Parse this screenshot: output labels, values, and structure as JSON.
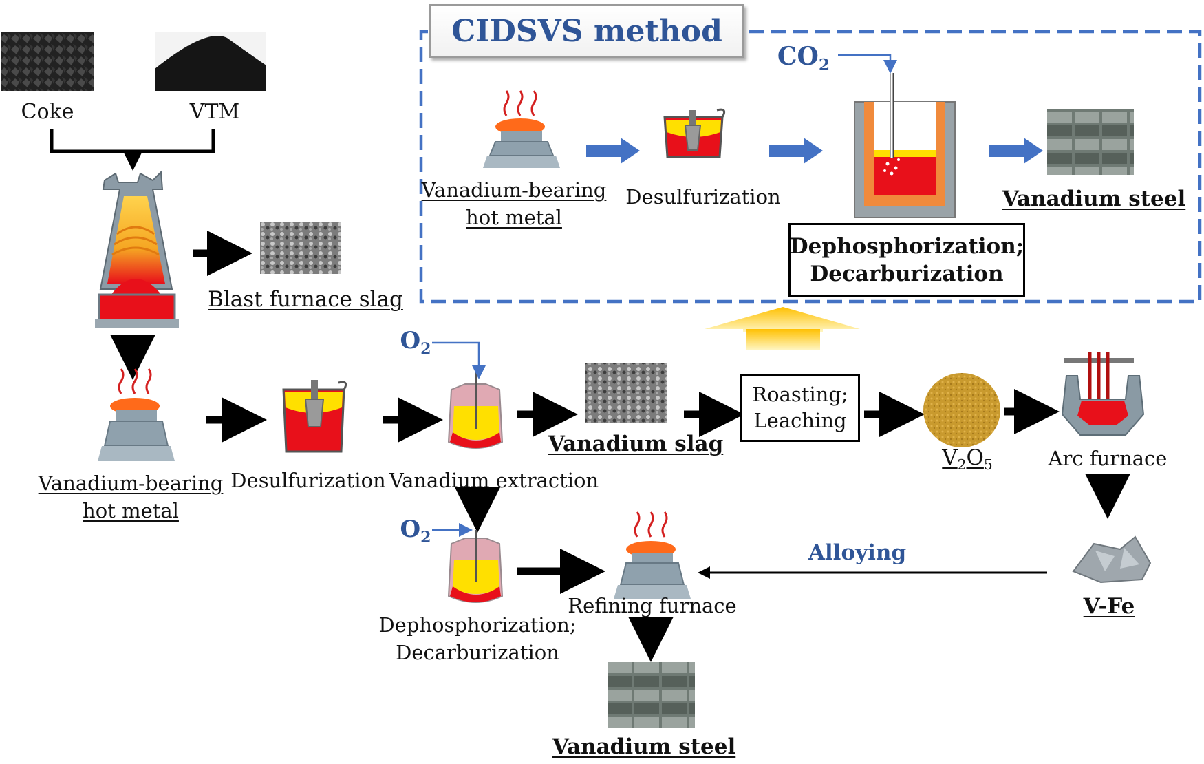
{
  "cidsvs": {
    "title": "CIDSVS method",
    "gas": "CO",
    "gas_sub": "2",
    "step1_line1": "Vanadium-bearing",
    "step1_line2": "hot metal",
    "step2": "Desulfurization",
    "box_line1": "Dephosphorization;",
    "box_line2": "Decarburization",
    "product": "Vanadium steel"
  },
  "feed": {
    "coke": "Coke",
    "vtm": "VTM"
  },
  "bf_slag": "Blast furnace slag",
  "main": {
    "hot_metal_line1": "Vanadium-bearing",
    "hot_metal_line2": "hot metal",
    "desulf": "Desulfurization",
    "extraction": "Vanadium extraction",
    "o2": "O",
    "o2_sub": "2",
    "slag": "Vanadium slag",
    "roast_line1": "Roasting;",
    "roast_line2": "Leaching",
    "v2o5_a": "V",
    "v2o5_a_sub": "2",
    "v2o5_b": "O",
    "v2o5_b_sub": "5",
    "arc": "Arc furnace",
    "vfe": "V-Fe",
    "alloying": "Alloying",
    "second_o2": "O",
    "second_o2_sub": "2",
    "dephos_line1": "Dephosphorization;",
    "dephos_line2": "Decarburization",
    "refining": "Refining furnace",
    "steel": "Vanadium steel"
  },
  "colors": {
    "accent_blue": "#2f5597",
    "arrow_blue": "#4472c4",
    "molten_red": "#e8101a",
    "slag_yellow": "#ffe000",
    "upgrade_arrow": "#ffc000"
  }
}
